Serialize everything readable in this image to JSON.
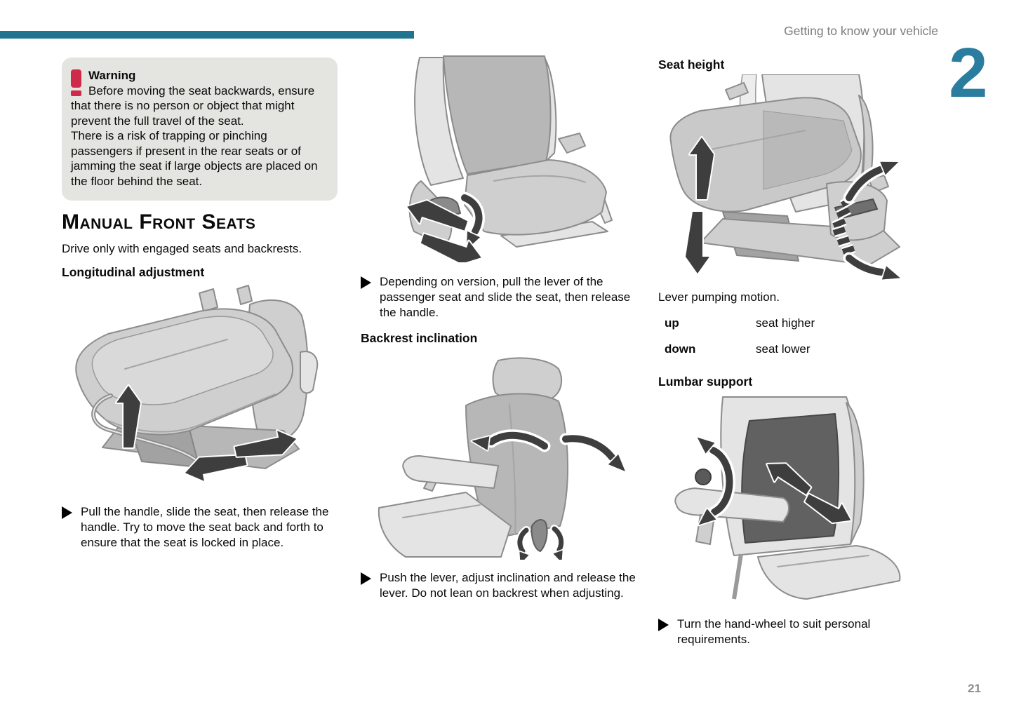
{
  "page": {
    "running_header": "Getting to know your vehicle",
    "chapter_number": "2",
    "page_number": "21"
  },
  "colors": {
    "accent_bar": "#20748f",
    "chapter_number": "#2a7d9e",
    "warning_icon": "#d02a4b",
    "warning_background": "#e4e4e0",
    "header_text": "#7d7d7d"
  },
  "warning": {
    "icon": "exclamation-icon",
    "title": "Warning",
    "body_1": "Before moving the seat backwards, ensure that there is no person or object that might prevent the full travel of the seat.",
    "body_2": "There is a risk of trapping or pinching passengers if present in the rear seats or of jamming the seat if large objects are placed on the floor behind the seat."
  },
  "section": {
    "title": "Manual Front Seats",
    "intro": "Drive only with engaged seats and backrests."
  },
  "longitudinal": {
    "heading": "Longitudinal adjustment",
    "instruction": "Pull the handle, slide the seat, then release the handle. Try to move the seat back and forth to ensure that the seat is locked in place."
  },
  "passenger_slide": {
    "instruction": "Depending on version, pull the lever of the passenger seat and slide the seat, then release the handle."
  },
  "backrest": {
    "heading": "Backrest inclination",
    "instruction": "Push the lever, adjust inclination and release the lever. Do not lean on backrest when adjusting."
  },
  "seat_height": {
    "heading": "Seat height",
    "caption": "Lever pumping motion.",
    "rows": [
      {
        "key": "up",
        "value": "seat higher"
      },
      {
        "key": "down",
        "value": "seat lower"
      }
    ]
  },
  "lumbar": {
    "heading": "Lumbar support",
    "instruction": "Turn the hand-wheel to suit personal requirements."
  }
}
